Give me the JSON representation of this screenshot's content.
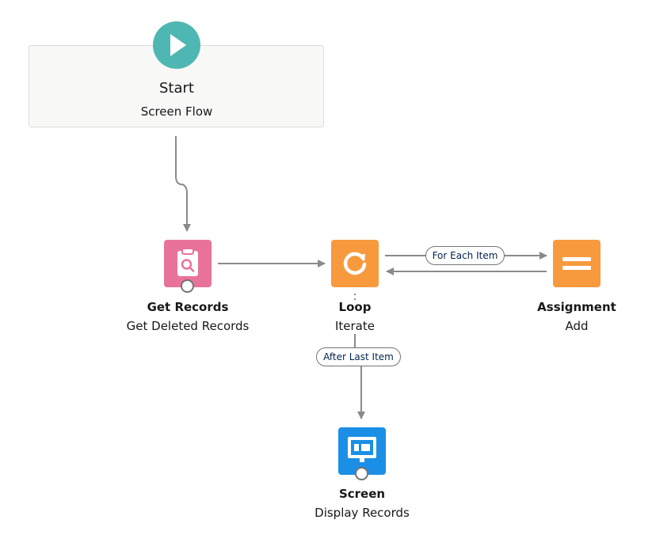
{
  "start": {
    "title": "Start",
    "subtitle": "Screen Flow",
    "icon": "play-icon",
    "color": "#4fb7b3"
  },
  "nodes": [
    {
      "id": "get_records",
      "type": "Get Records",
      "label": "Get Deleted Records",
      "icon": "get-records-icon",
      "color": "#e9729b"
    },
    {
      "id": "loop",
      "type": "Loop",
      "label": "Iterate",
      "icon": "loop-icon",
      "color": "#f79a3e"
    },
    {
      "id": "assignment",
      "type": "Assignment",
      "label": "Add",
      "icon": "assignment-icon",
      "color": "#f79a3e"
    },
    {
      "id": "screen",
      "type": "Screen",
      "label": "Display Records",
      "icon": "screen-icon",
      "color": "#1b8fe6"
    }
  ],
  "edges": [
    {
      "from": "start",
      "to": "get_records",
      "label": ""
    },
    {
      "from": "get_records",
      "to": "loop",
      "label": ""
    },
    {
      "from": "loop",
      "to": "assignment",
      "label": "For Each Item"
    },
    {
      "from": "assignment",
      "to": "loop",
      "label": ""
    },
    {
      "from": "loop",
      "to": "screen",
      "label": "After Last Item"
    }
  ],
  "connector_color": "#8a8a8a"
}
